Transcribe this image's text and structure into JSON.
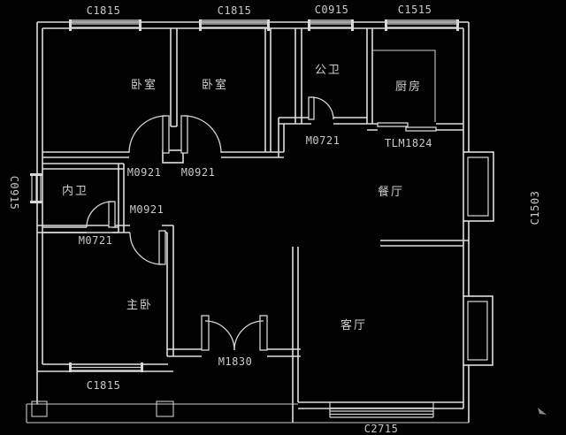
{
  "plan": {
    "type": "floor-plan",
    "colors": {
      "background": "#020202",
      "line": "#dededc",
      "text": "#c9c9c8"
    },
    "windows": {
      "top_1": "C1815",
      "top_2": "C1815",
      "top_3": "C0915",
      "top_4": "C1515",
      "left": "C0915",
      "right": "C1503",
      "bottom_left": "C1815",
      "bottom_right": "C2715"
    },
    "doors": {
      "bedroom1": "M0921",
      "bedroom2": "M0921",
      "master": "M0921",
      "inner_bath": "M0721",
      "public_bath": "M0721",
      "kitchen_sliding": "TLM1824",
      "entry_double": "M1830"
    },
    "rooms": {
      "bedroom1": "卧室",
      "bedroom2": "卧室",
      "public_bath": "公卫",
      "kitchen": "厨房",
      "dining": "餐厅",
      "inner_bath": "内卫",
      "master": "主卧",
      "living": "客厅"
    }
  }
}
